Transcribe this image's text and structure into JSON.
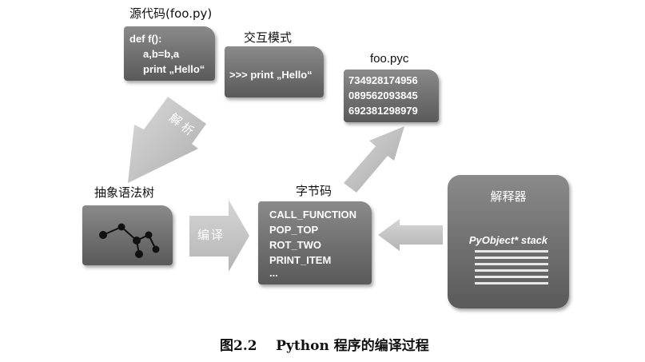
{
  "source": {
    "title": "源代码(foo.py)",
    "lines": [
      "def f():",
      "a,b=b,a",
      "print „Hello“"
    ]
  },
  "interactive": {
    "title": "交互模式",
    "line": ">>> print „Hello“"
  },
  "pyc": {
    "title": "foo.pyc",
    "lines": [
      "734928174956",
      "089562093845",
      "692381298979"
    ]
  },
  "parse_arrow_label": "解析",
  "ast": {
    "title": "抽象语法树"
  },
  "compile_arrow_label": "编译",
  "bytecode": {
    "title": "字节码",
    "lines": [
      "CALL_FUNCTION",
      "POP_TOP",
      "ROT_TWO",
      "PRINT_ITEM",
      "..."
    ]
  },
  "interpreter": {
    "title": "解释器",
    "stack_label": "PyObject* stack"
  },
  "caption": "图2.2    Python 程序的编译过程"
}
